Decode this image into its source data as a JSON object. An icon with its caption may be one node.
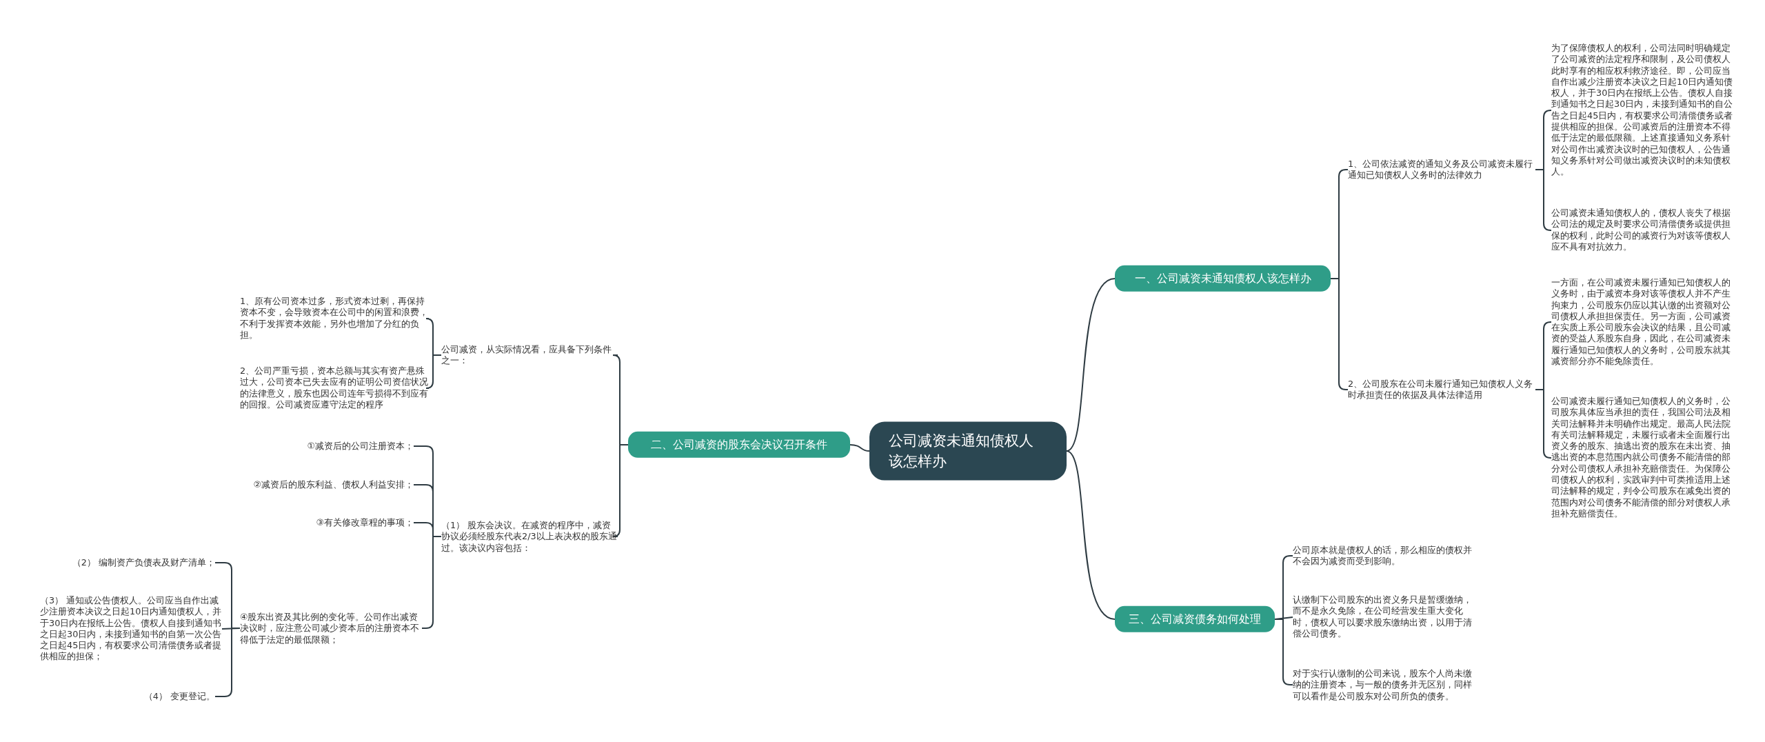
{
  "diagram": {
    "nodes": [
      {
        "text": [
          "公司减资未通知债权人该怎样办"
        ]
      },
      {
        "text": [
          "一、公司减资未通知债权人该怎样办"
        ]
      },
      {
        "text": [
          "1、公司依法减资的通知义务及公司减资未履行通知已知债权人义务时的法律效力"
        ]
      },
      {
        "text": [
          "为了保障债权人的权利，公司法同时明确规定了公司减资的法定程序和限制，及公司债权人此时享有的相应权利救济途径。即，公司应当自作出减少注册资本决议之日起10日内通知债权人，并于30日内在报纸上公告。债权人自接到通知书之日起30日内，未接到通知书的自公告之日起45日内，有权要求公司清偿债务或者提供相应的担保。公司减资后的注册资本不得低于法定的最低限额。上述直接通知义务系针对公司作出减资决议时的已知债权人，公告通知义务系针对公司做出减资决议时的未知债权人。"
        ]
      },
      {
        "text": [
          "公司减资未通知债权人的，债权人丧失了根据公司法的规定及时要求公司清偿债务或提供担保的权利，此时公司的减资行为对该等债权人应不具有对抗效力。"
        ]
      },
      {
        "text": [
          "2、公司股东在公司未履行通知已知债权人义务时承担责任的依据及具体法律适用"
        ]
      },
      {
        "text": [
          "一方面，在公司减资未履行通知已知债权人的义务时，由于减资本身对该等债权人并不产生拘束力，公司股东仍应以其认缴的出资额对公司债权人承担担保责任。另一方面，公司减资在实质上系公司股东会决议的结果，且公司减资的受益人系股东自身，因此，在公司减资未履行通知已知债权人的义务时，公司股东就其减资部分亦不能免除责任。"
        ]
      },
      {
        "text": [
          "公司减资未履行通知已知债权人的义务时，公司股东具体应当承担的责任，我国公司法及相关司法解释并未明确作出规定。最高人民法院有关司法解释规定，未履行或者未全面履行出资义务的股东、抽逃出资的股东在未出资、抽逃出资的本息范围内就公司债务不能清偿的部分对公司债权人承担补充赔偿责任。为保障公司债权人的权利，实践审判中可类推适用上述司法解释的规定，判令公司股东在减免出资的范围内对公司债务不能清偿的部分对债权人承担补充赔偿责任。"
        ]
      },
      {
        "text": [
          "二、公司减资的股东会决议召开条件"
        ]
      },
      {
        "text": [
          "公司减资，从实际情况看，应具备下列条件之一："
        ]
      },
      {
        "text": [
          "1、原有公司资本过多，形式资本过剩，再保持资本不变，会导致资本在公司中的闲置和浪费，不利于发挥资本效能，另外也增加了分红的负担。"
        ]
      },
      {
        "text": [
          "2、公司严重亏损，资本总额与其实有资产悬殊过大，公司资本已失去应有的证明公司资信状况的法律意义，股东也因公司连年亏损得不到应有的回报。公司减资应遵守法定的程序"
        ]
      },
      {
        "text": [
          "（1） 股东会决议。在减资的程序中，减资协议必须经股东代表2/3以上表决权的股东通过。该决议内容包括："
        ]
      },
      {
        "text": [
          "①减资后的公司注册资本；"
        ]
      },
      {
        "text": [
          "②减资后的股东利益、债权人利益安排；"
        ]
      },
      {
        "text": [
          "③有关修改章程的事项；"
        ]
      },
      {
        "text": [
          "④股东出资及其比例的变化等。公司作出减资决议时，应注意公司减少资本后的注册资本不得低于法定的最低限额；"
        ]
      },
      {
        "text": [
          "（2） 编制资产负债表及财产清单；"
        ]
      },
      {
        "text": [
          "（3） 通知或公告债权人。公司应当自作出减少注册资本决议之日起10日内通知债权人，并于30日内在报纸上公告。债权人自接到通知书之日起30日内，未接到通知书的自第一次公告之日起45日内，有权要求公司清偿债务或者提供相应的担保；"
        ]
      },
      {
        "text": [
          "（4） 变更登记。"
        ]
      },
      {
        "text": [
          "三、公司减资债务如何处理"
        ]
      },
      {
        "text": [
          "公司原本就是债权人的话，那么相应的债权并不会因为减资而受到影响。"
        ]
      },
      {
        "text": [
          "认缴制下公司股东的出资义务只是暂缓缴纳，而不是永久免除，在公司经营发生重大变化时，债权人可以要求股东缴纳出资，以用于清偿公司债务。"
        ]
      },
      {
        "text": [
          "对于实行认缴制的公司来说，股东个人尚未缴纳的注册资本，与一般的债务并无区别，同样可以看作是公司股东对公司所负的债务。"
        ]
      }
    ],
    "edges": [
      {
        "from": 0,
        "to": 1,
        "arrow": "none"
      },
      {
        "from": 1,
        "to": 2,
        "arrow": "none"
      },
      {
        "from": 2,
        "to": 3,
        "arrow": "none"
      },
      {
        "from": 2,
        "to": 4,
        "arrow": "none"
      },
      {
        "from": 1,
        "to": 5,
        "arrow": "none"
      },
      {
        "from": 5,
        "to": 6,
        "arrow": "none"
      },
      {
        "from": 5,
        "to": 7,
        "arrow": "none"
      },
      {
        "from": 0,
        "to": 8,
        "arrow": "none"
      },
      {
        "from": 8,
        "to": 9,
        "arrow": "none"
      },
      {
        "from": 9,
        "to": 10,
        "arrow": "none"
      },
      {
        "from": 9,
        "to": 11,
        "arrow": "none"
      },
      {
        "from": 8,
        "to": 12,
        "arrow": "none"
      },
      {
        "from": 12,
        "to": 13,
        "arrow": "none"
      },
      {
        "from": 12,
        "to": 14,
        "arrow": "none"
      },
      {
        "from": 12,
        "to": 15,
        "arrow": "none"
      },
      {
        "from": 12,
        "to": 16,
        "arrow": "none"
      },
      {
        "from": 16,
        "to": 17,
        "arrow": "none"
      },
      {
        "from": 16,
        "to": 18,
        "arrow": "none"
      },
      {
        "from": 16,
        "to": 19,
        "arrow": "none"
      },
      {
        "from": 0,
        "to": 20,
        "arrow": "none"
      },
      {
        "from": 20,
        "to": 21,
        "arrow": "none"
      },
      {
        "from": 20,
        "to": 22,
        "arrow": "none"
      },
      {
        "from": 20,
        "to": 23,
        "arrow": "none"
      }
    ]
  }
}
